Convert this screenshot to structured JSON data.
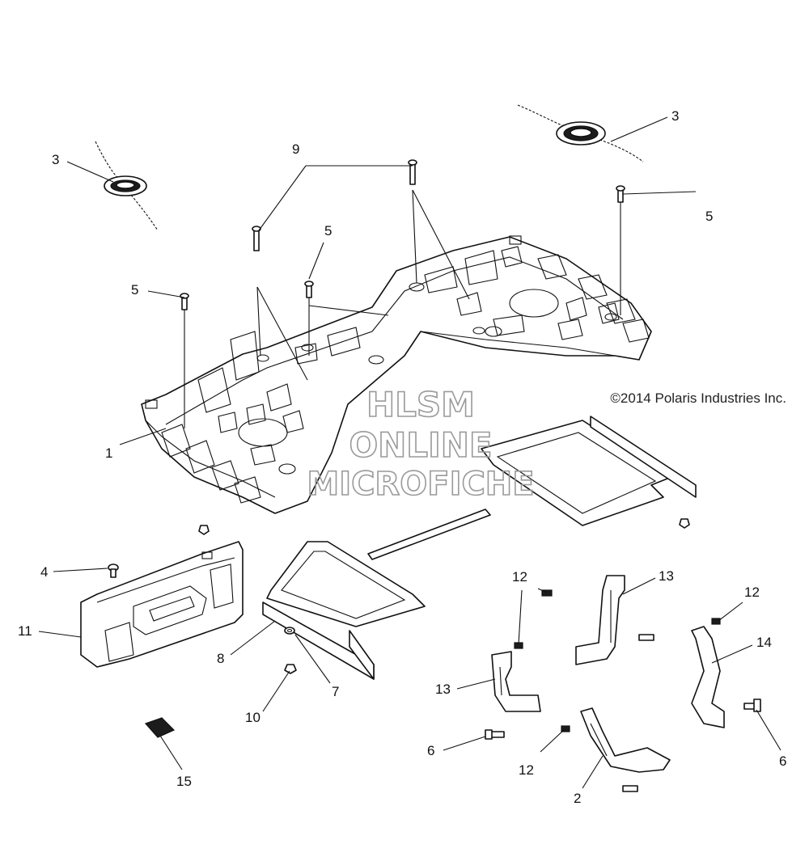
{
  "diagram": {
    "copyright": "©2014 Polaris Industries Inc.",
    "watermark": [
      "HLSM",
      "ONLINE",
      "MICROFICHE"
    ],
    "callouts": {
      "c1": "1",
      "c2": "2",
      "c3a": "3",
      "c3b": "3",
      "c4": "4",
      "c5a": "5",
      "c5b": "5",
      "c5c": "5",
      "c6a": "6",
      "c6b": "6",
      "c7": "7",
      "c8": "8",
      "c9": "9",
      "c10": "10",
      "c11": "11",
      "c12a": "12",
      "c12b": "12",
      "c12c": "12",
      "c13a": "13",
      "c13b": "13",
      "c14": "14",
      "c15": "15"
    }
  }
}
